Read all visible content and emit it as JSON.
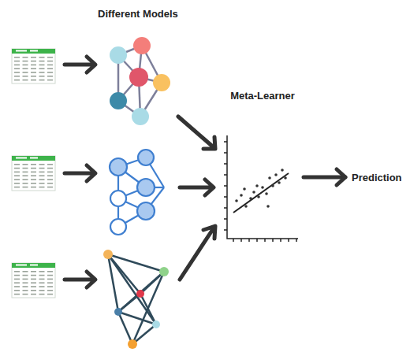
{
  "diagram": {
    "nodes": [
      {
        "text": [
          "Meta-Learner"
        ]
      },
      {
        "text": [
          "Prediction"
        ]
      }
    ],
    "edges": [
      {
        "from": 0,
        "to": 1,
        "arrow": "to"
      }
    ],
    "labels": [
      "Different Models"
    ]
  }
}
